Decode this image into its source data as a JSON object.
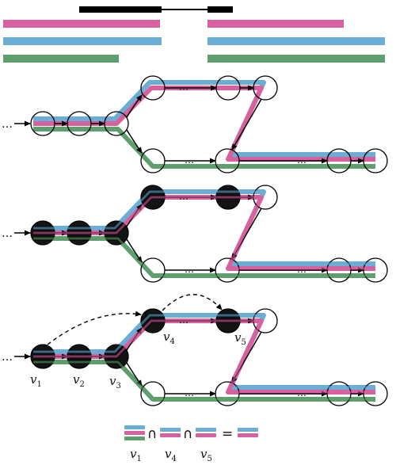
{
  "colors": {
    "pink": "#d9609f",
    "blue": "#6aaed6",
    "green": "#5f9f6e",
    "black": "#000000",
    "background": "#ffffff"
  },
  "panels": [
    {
      "name": "panel-1",
      "filled_nodes": []
    },
    {
      "name": "panel-2",
      "filled_nodes": [
        "v1",
        "v2",
        "v3",
        "v4",
        "v5"
      ]
    },
    {
      "name": "panel-3",
      "filled_nodes": [
        "v1",
        "v2",
        "v3",
        "v4",
        "v5"
      ],
      "labels": {
        "v1": {
          "main": "v",
          "sub": "1"
        },
        "v2": {
          "main": "v",
          "sub": "2"
        },
        "v3": {
          "main": "v",
          "sub": "3"
        },
        "v4": {
          "main": "v",
          "sub": "4"
        },
        "v5": {
          "main": "v",
          "sub": "5"
        }
      }
    }
  ],
  "legend": {
    "op_intersect_1": "∩",
    "op_intersect_2": "∩",
    "op_equals": "=",
    "labels": [
      {
        "main": "v",
        "sub": "1"
      },
      {
        "main": "v",
        "sub": "4"
      },
      {
        "main": "v",
        "sub": "5"
      }
    ]
  },
  "ellipsis": "…"
}
